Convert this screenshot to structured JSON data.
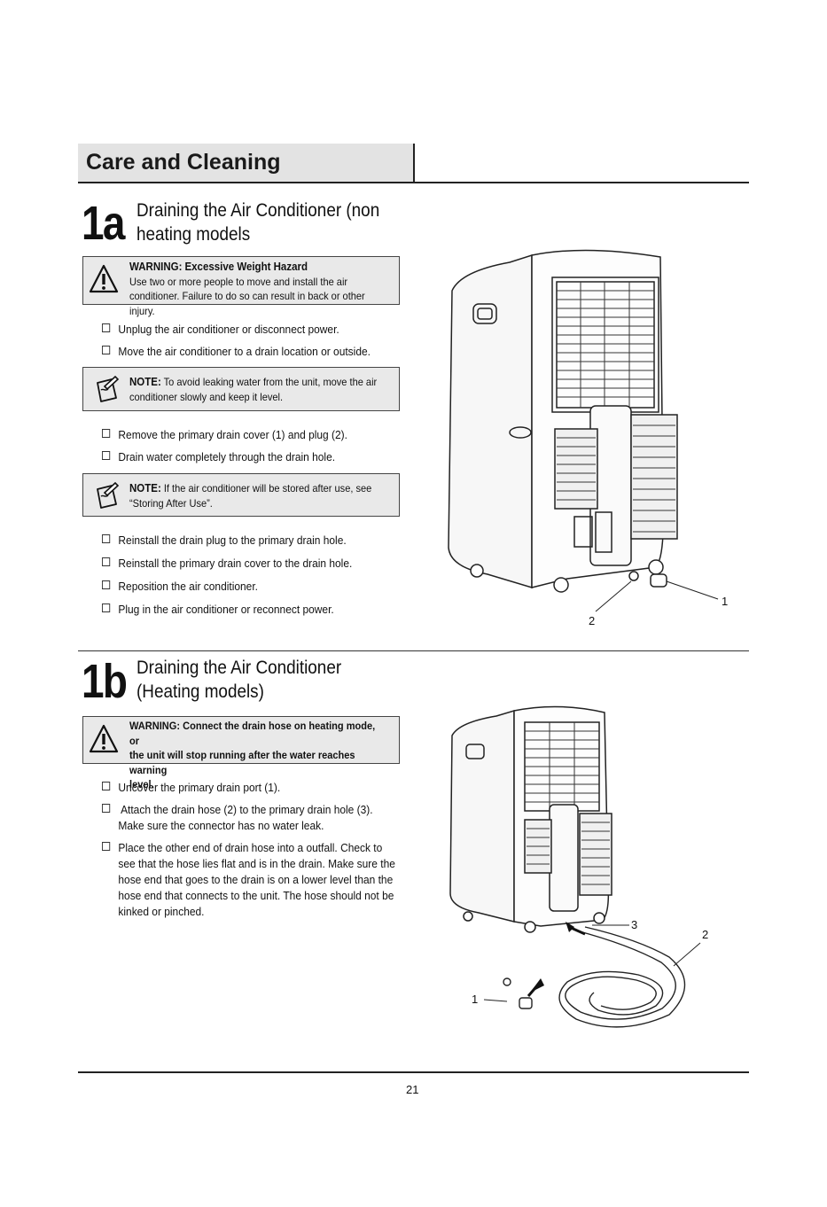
{
  "header": {
    "title": "Care and Cleaning"
  },
  "section_a": {
    "number": "1a",
    "title_line1": "Draining the Air Conditioner (non",
    "title_line2": "heating models",
    "warning": {
      "label": "WARNING:",
      "heading": "Excessive Weight Hazard",
      "line1": "Use two or more people to move and install the air",
      "line2": "conditioner. Failure to do so can result in back or other injury."
    },
    "steps_1": [
      "Unplug the air conditioner or disconnect power.",
      "Move the air conditioner to a drain location or outside."
    ],
    "note1": {
      "label": "NOTE:",
      "line1": "To avoid leaking water from the unit, move the air",
      "line2": "conditioner slowly and keep it level."
    },
    "steps_2": [
      "Remove the primary drain cover (1) and plug (2).",
      "Drain water completely through the drain hole."
    ],
    "note2": {
      "label": "NOTE:",
      "line1": "If the air conditioner will be stored after use, see",
      "line2": "“Storing After Use”."
    },
    "steps_3": [
      "Reinstall the drain plug to the primary drain hole.",
      "Reinstall the primary drain cover to the drain hole.",
      "Reposition the air conditioner.",
      "Plug in the air conditioner or reconnect power."
    ],
    "callouts": {
      "c1": "1",
      "c2": "2"
    }
  },
  "section_b": {
    "number": "1b",
    "title_line1": "Draining the Air Conditioner",
    "title_line2": "(Heating models)",
    "warning": {
      "label": "WARNING:",
      "line1": "Connect the drain hose on heating mode, or",
      "line2": "the unit will stop running after the water reaches warning",
      "line3": "level."
    },
    "steps": [
      {
        "lines": [
          "Uncover the primary drain port (1)."
        ]
      },
      {
        "lines": [
          " Attach the drain hose (2) to the primary drain hole (3).",
          "Make sure the connector has no water leak."
        ]
      },
      {
        "lines": [
          "Place the other end of drain hose into a outfall. Check to",
          "see that the hose lies flat and is in the drain. Make sure the",
          "hose end that goes to the drain is on a lower level than the",
          "hose end that connects to the unit. The hose should not be",
          "kinked or pinched."
        ]
      }
    ],
    "callouts": {
      "c1": "1",
      "c2": "2",
      "c3": "3"
    }
  },
  "footer": {
    "page_number": "21"
  }
}
